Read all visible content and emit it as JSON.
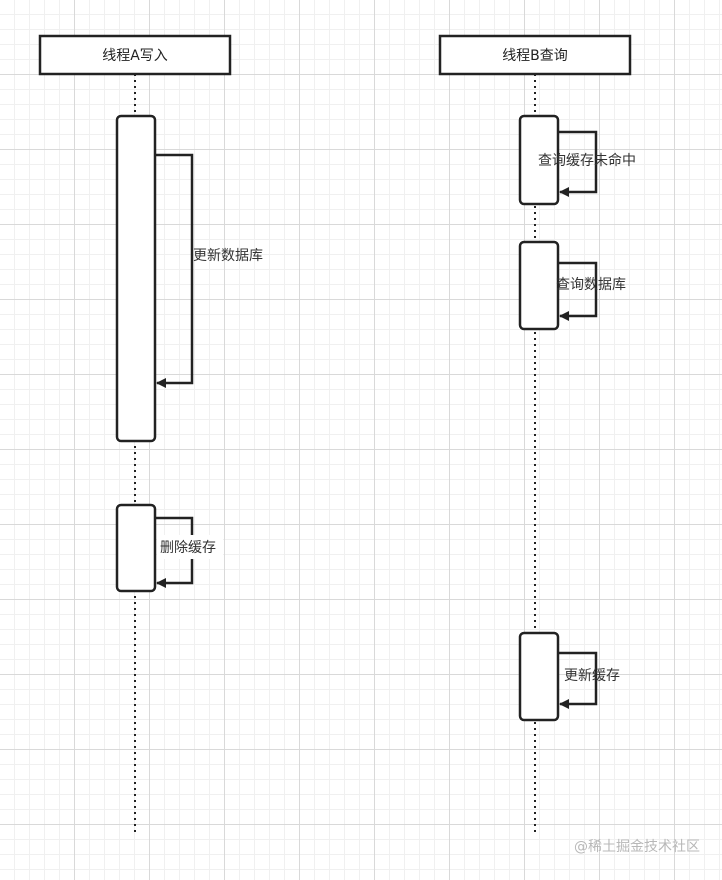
{
  "participants": [
    {
      "id": "thread-a",
      "label": "线程A写入"
    },
    {
      "id": "thread-b",
      "label": "线程B查询"
    }
  ],
  "messages": {
    "a_update_db": "更新数据库",
    "a_delete_cache": "删除缓存",
    "b_cache_miss": "查询缓存未命中",
    "b_query_db": "查询数据库",
    "b_update_cache": "更新缓存"
  },
  "watermark": "@稀土掘金技术社区",
  "colors": {
    "stroke": "#222222",
    "grid": "#d9d9d9",
    "watermark": "#b8b8b8"
  }
}
